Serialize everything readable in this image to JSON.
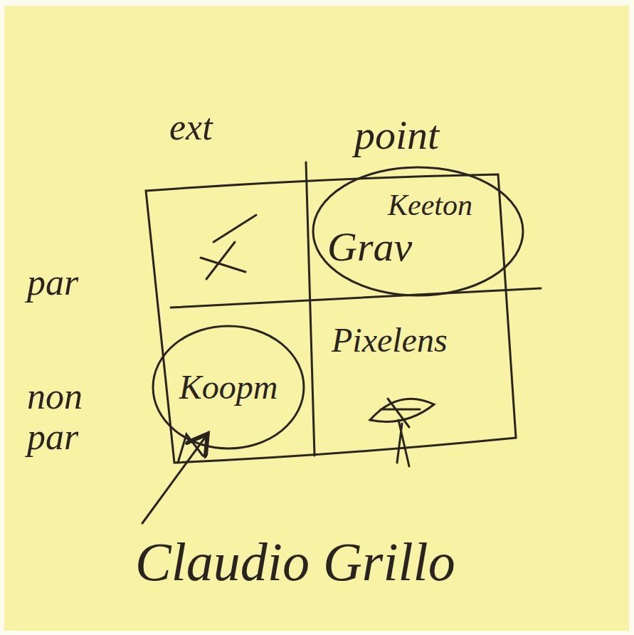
{
  "diagram": {
    "nodes": [
      {
        "text": [
          "Keeton",
          "Grav"
        ]
      },
      {
        "text": [
          "Koopm"
        ]
      }
    ],
    "labels": [
      "ext",
      "point",
      "par",
      "non par",
      "Pixelens",
      "Claudio Grillo"
    ]
  }
}
